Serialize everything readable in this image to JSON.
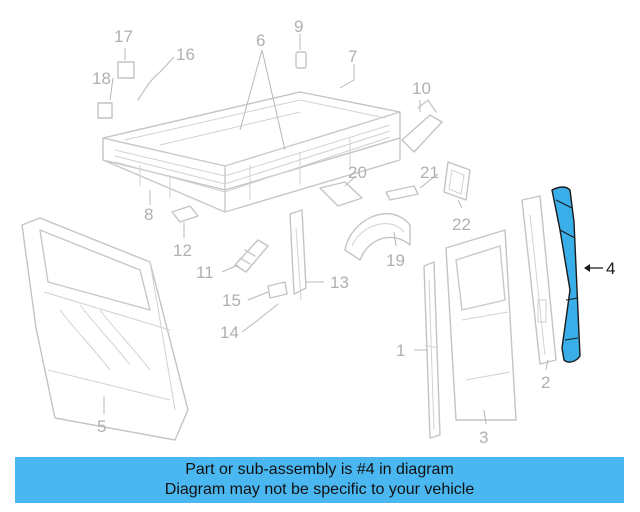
{
  "diagram": {
    "callouts": [
      {
        "id": "1",
        "label": "1"
      },
      {
        "id": "2",
        "label": "2"
      },
      {
        "id": "3",
        "label": "3"
      },
      {
        "id": "4",
        "label": "4"
      },
      {
        "id": "5",
        "label": "5"
      },
      {
        "id": "6",
        "label": "6"
      },
      {
        "id": "7",
        "label": "7"
      },
      {
        "id": "8",
        "label": "8"
      },
      {
        "id": "9",
        "label": "9"
      },
      {
        "id": "10",
        "label": "10"
      },
      {
        "id": "11",
        "label": "11"
      },
      {
        "id": "12",
        "label": "12"
      },
      {
        "id": "13",
        "label": "13"
      },
      {
        "id": "14",
        "label": "14"
      },
      {
        "id": "15",
        "label": "15"
      },
      {
        "id": "16",
        "label": "16"
      },
      {
        "id": "17",
        "label": "17"
      },
      {
        "id": "18",
        "label": "18"
      },
      {
        "id": "19",
        "label": "19"
      },
      {
        "id": "20",
        "label": "20"
      },
      {
        "id": "21",
        "label": "21"
      },
      {
        "id": "22",
        "label": "22"
      }
    ],
    "highlighted_part": "4",
    "highlight_color": "#3aaee8",
    "line_color": "#c8c8c8"
  },
  "banner": {
    "line1": "Part or sub-assembly is #4 in diagram",
    "line2": "Diagram may not be specific to your vehicle",
    "background": "#4bb7f0"
  }
}
